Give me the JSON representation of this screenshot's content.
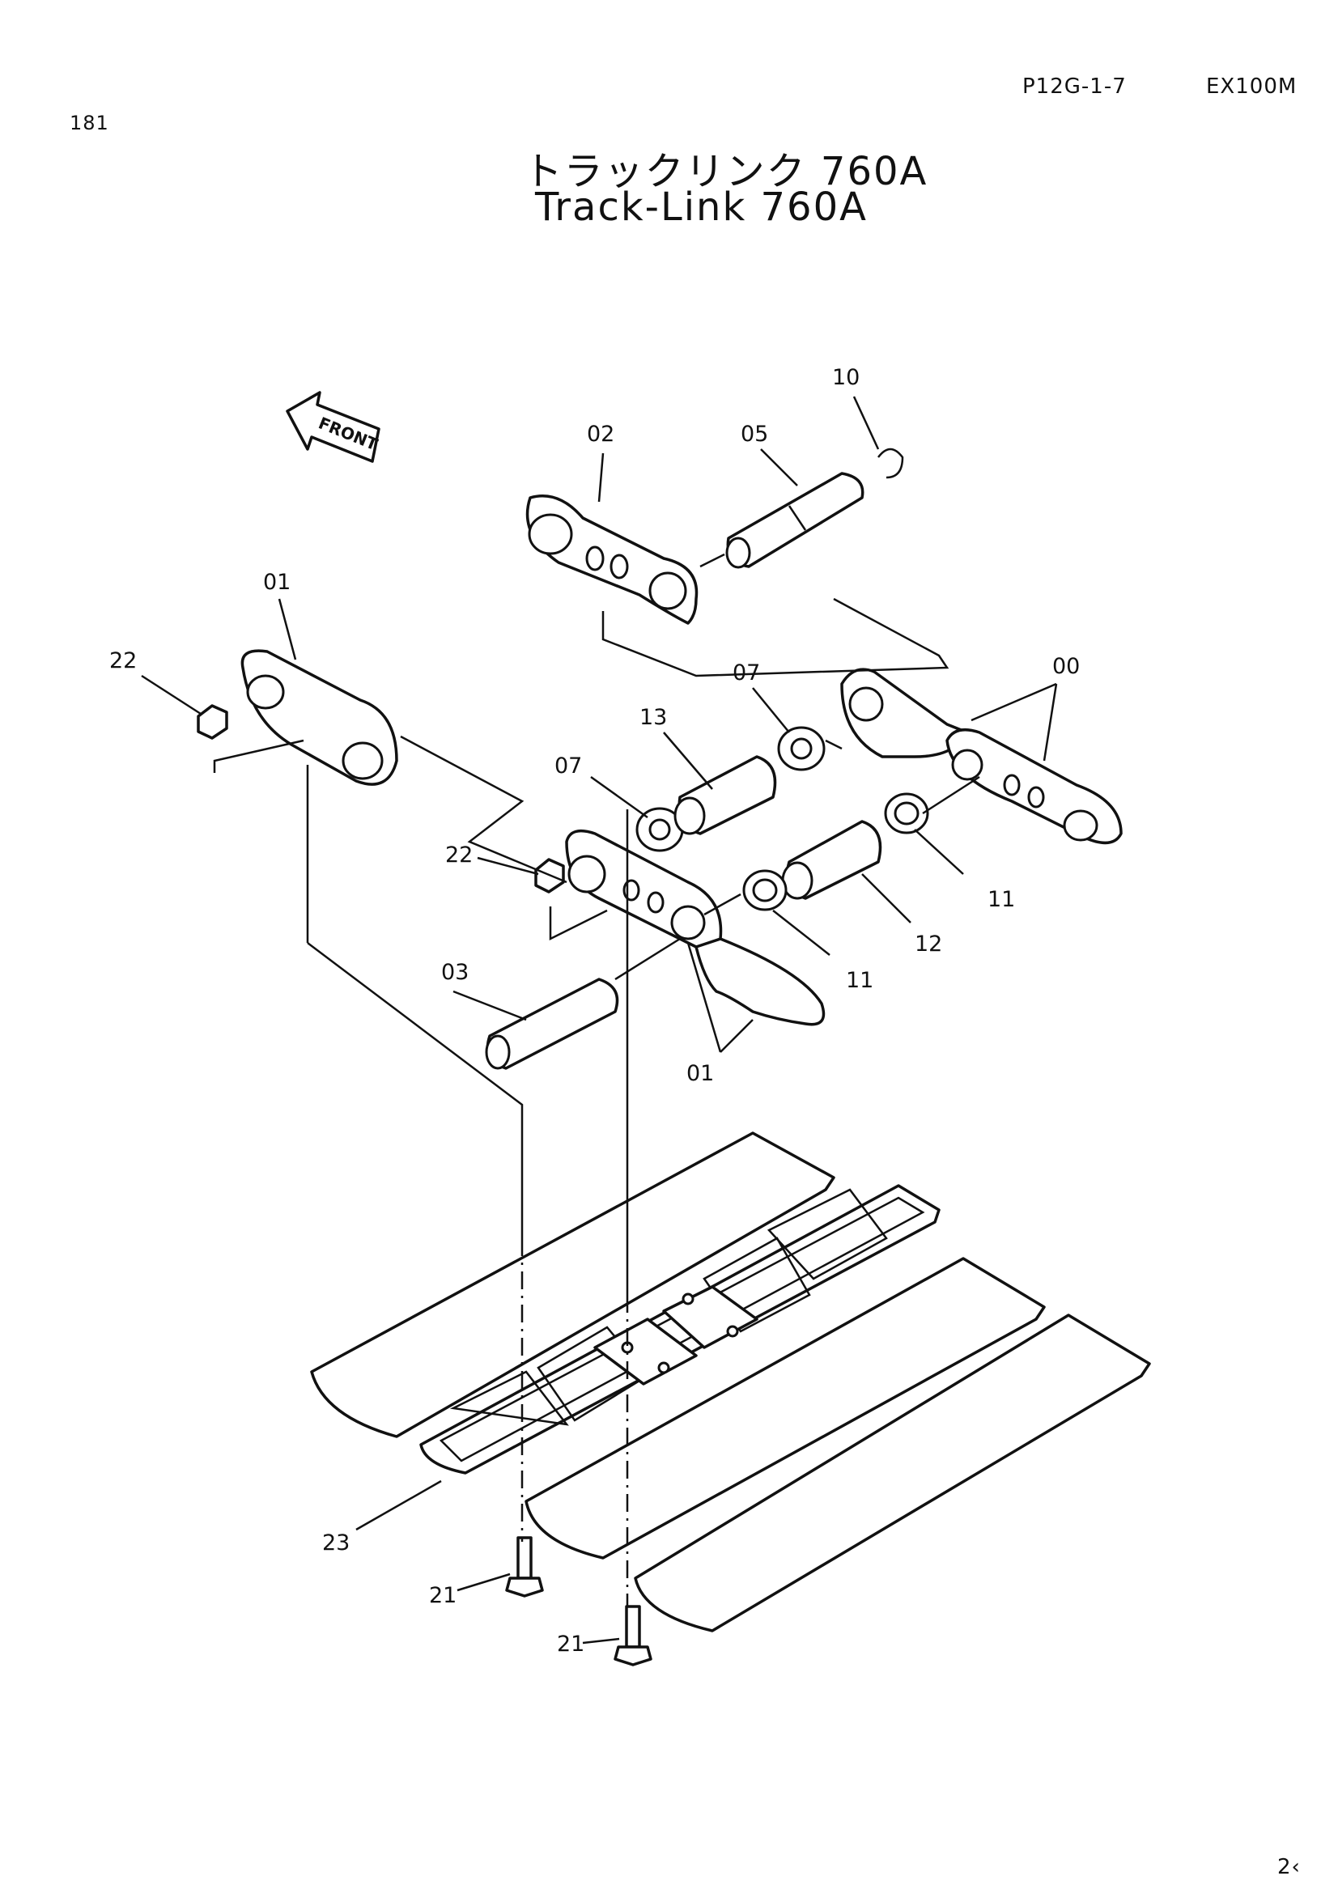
{
  "header": {
    "page_number": "181",
    "code": "P12G-1-7",
    "model": "EX100M",
    "title_jp": "トラックリンク 760A",
    "title_en": "Track-Link 760A",
    "sheet_mark": "2‹"
  },
  "direction_arrow": {
    "label": "FRONT"
  },
  "callouts": [
    "10",
    "02",
    "05",
    "01",
    "22",
    "07",
    "00",
    "13",
    "07",
    "22",
    "11",
    "11",
    "12",
    "03",
    "01",
    "23",
    "21",
    "21"
  ]
}
